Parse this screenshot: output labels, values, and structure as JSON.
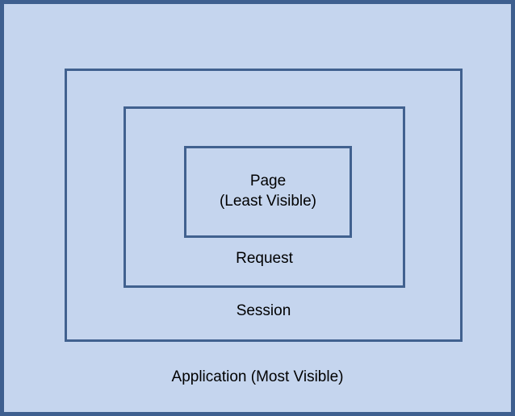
{
  "diagram": {
    "type": "nested-scope-rectangles",
    "title_visible": false,
    "colors": {
      "fill": "#C5D5EE",
      "border": "#41618F",
      "outer_border": "#3E5F8F",
      "text": "#000000"
    },
    "scopes": [
      {
        "id": "application",
        "label": "Application (Most Visible)",
        "level": 1,
        "visibility": "Most Visible"
      },
      {
        "id": "session",
        "label": "Session",
        "level": 2,
        "visibility": ""
      },
      {
        "id": "request",
        "label": "Request",
        "level": 3,
        "visibility": ""
      },
      {
        "id": "page",
        "label": "Page\n(Least Visible)",
        "level": 4,
        "visibility": "Least Visible"
      }
    ]
  }
}
